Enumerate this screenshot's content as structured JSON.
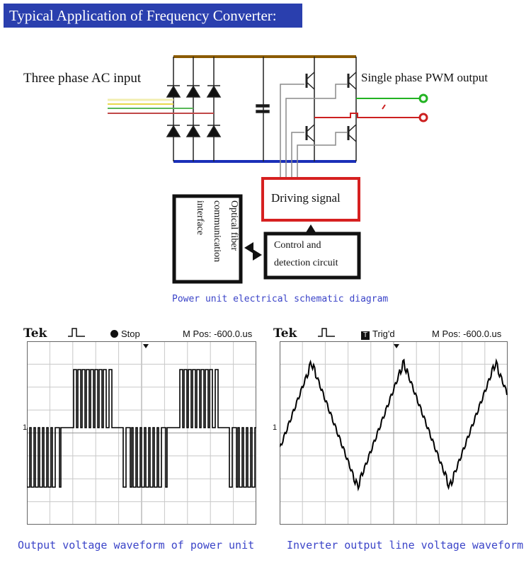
{
  "banner": {
    "title": "Typical Application of  Frequency Converter:"
  },
  "schematic": {
    "input_label": "Three phase AC input",
    "output_label": "Single phase PWM output",
    "driving_signal": "Driving signal",
    "control_line1": "Control and",
    "control_line2": "detection circuit",
    "optical_lines": [
      "Optical fiber",
      "communication",
      "interface"
    ],
    "caption": "Power unit electrical schematic diagram",
    "colors": {
      "top_bus": "#8b5a00",
      "bottom_bus": "#1a2fb8",
      "driving_box": "#d62020",
      "output_green": "#22b322",
      "output_red": "#cc2020"
    }
  },
  "scope_left": {
    "brand": "Tek",
    "status": "Stop",
    "mpos": "M Pos: -600.0.us",
    "marker": "1",
    "caption": "Output voltage waveform of power unit"
  },
  "scope_right": {
    "brand": "Tek",
    "status": "Trig'd",
    "status_icon": "T",
    "mpos": "M Pos: -600.0.us",
    "marker": "1",
    "caption": "Inverter output line voltage waveform"
  }
}
